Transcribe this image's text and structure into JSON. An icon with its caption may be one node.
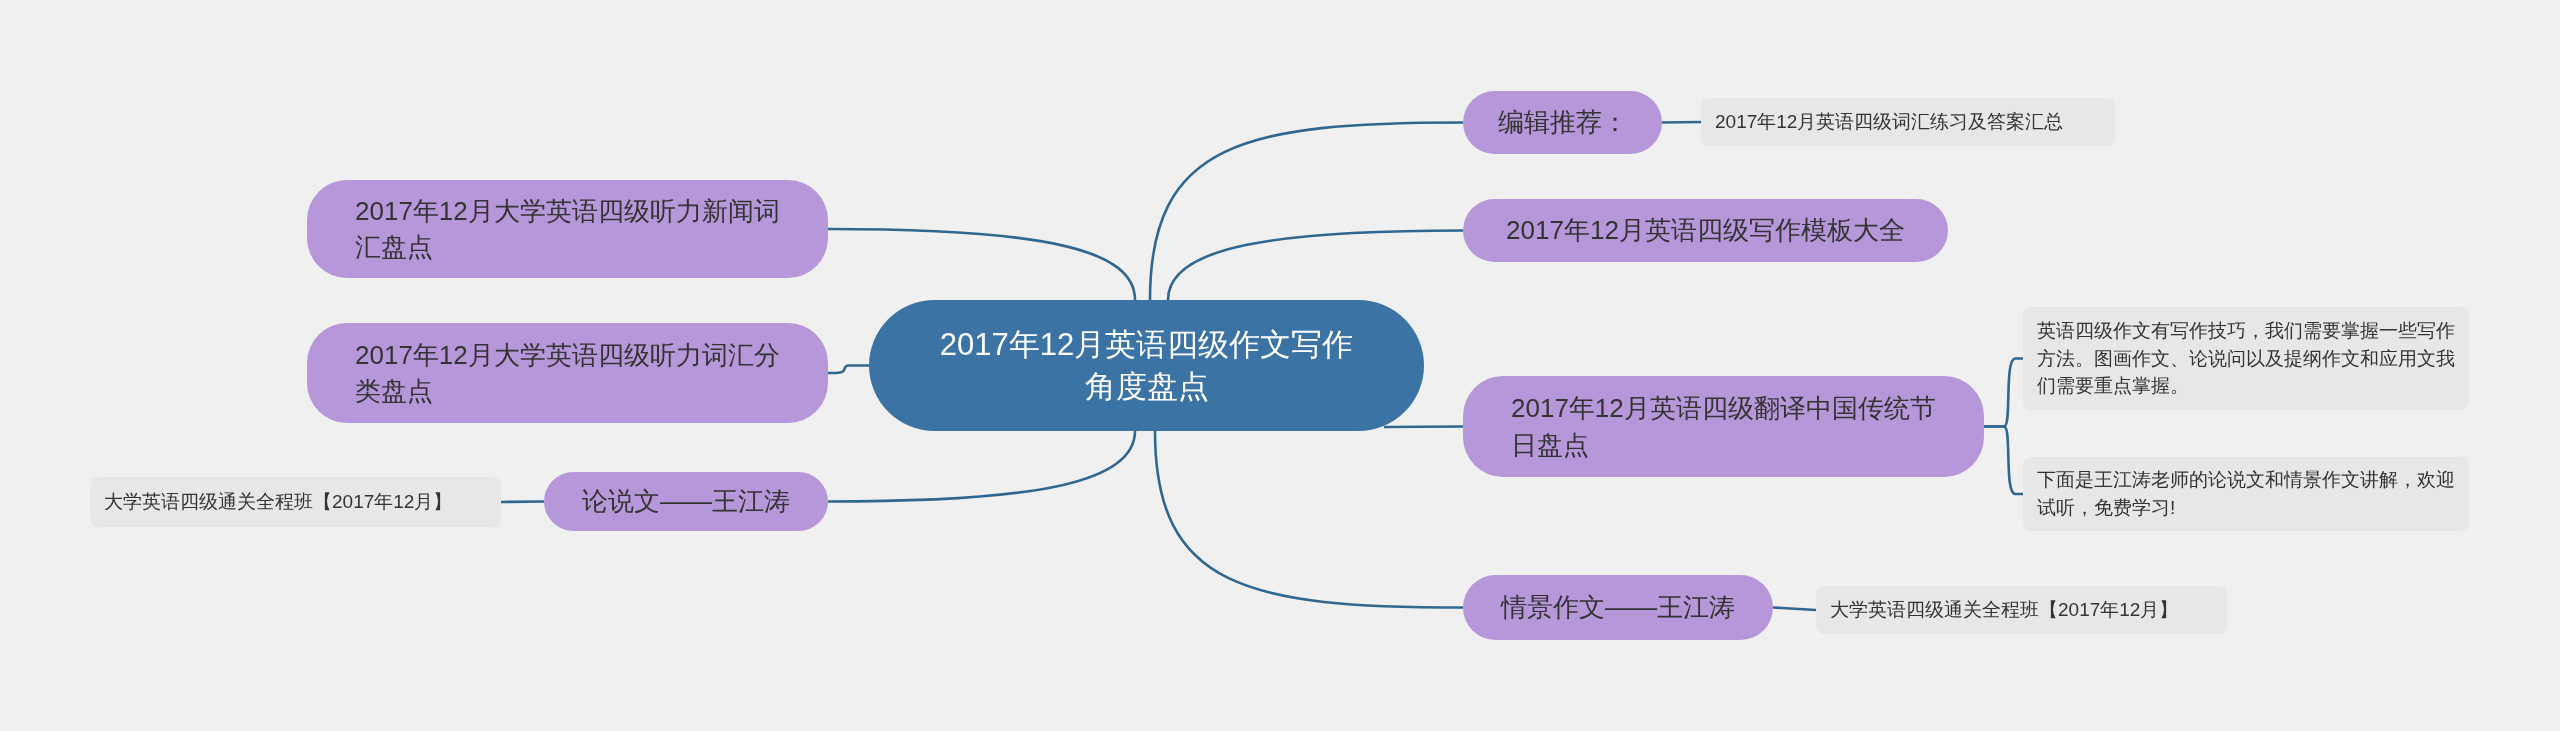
{
  "diagram": {
    "nodes": [
      {
        "text": [
          "2017年12月英语四级作文写作角度盘点"
        ]
      },
      {
        "text": [
          "编辑推荐："
        ]
      },
      {
        "text": [
          "2017年12月英语四级词汇练习及答案汇总"
        ]
      },
      {
        "text": [
          "2017年12月大学英语四级听力新闻词汇盘点"
        ]
      },
      {
        "text": [
          "2017年12月英语四级写作模板大全"
        ]
      },
      {
        "text": [
          "2017年12月大学英语四级听力词汇分类盘点"
        ]
      },
      {
        "text": [
          "2017年12月英语四级翻译中国传统节日盘点"
        ]
      },
      {
        "text": [
          "英语四级作文有写作技巧，我们需要掌握一些写作方法。图画作文、论说问以及提纲作文和应用文我们需要重点掌握。"
        ]
      },
      {
        "text": [
          "下面是王江涛老师的论说文和情景作文讲解，欢迎试听，免费学习!"
        ]
      },
      {
        "text": [
          "论说文——王江涛"
        ]
      },
      {
        "text": [
          "大学英语四级通关全程班【2017年12月】"
        ]
      },
      {
        "text": [
          "情景作文——王江涛"
        ]
      },
      {
        "text": [
          "大学英语四级通关全程班【2017年12月】"
        ]
      }
    ],
    "edges": [
      {
        "from": 0,
        "to": 1,
        "arrow": "none"
      },
      {
        "from": 1,
        "to": 2,
        "arrow": "none"
      },
      {
        "from": 0,
        "to": 3,
        "arrow": "none"
      },
      {
        "from": 0,
        "to": 4,
        "arrow": "none"
      },
      {
        "from": 0,
        "to": 5,
        "arrow": "none"
      },
      {
        "from": 0,
        "to": 6,
        "arrow": "none"
      },
      {
        "from": 6,
        "to": 7,
        "arrow": "none"
      },
      {
        "from": 6,
        "to": 8,
        "arrow": "none"
      },
      {
        "from": 0,
        "to": 9,
        "arrow": "none"
      },
      {
        "from": 9,
        "to": 10,
        "arrow": "none"
      },
      {
        "from": 0,
        "to": 11,
        "arrow": "none"
      },
      {
        "from": 11,
        "to": 12,
        "arrow": "none"
      }
    ]
  }
}
